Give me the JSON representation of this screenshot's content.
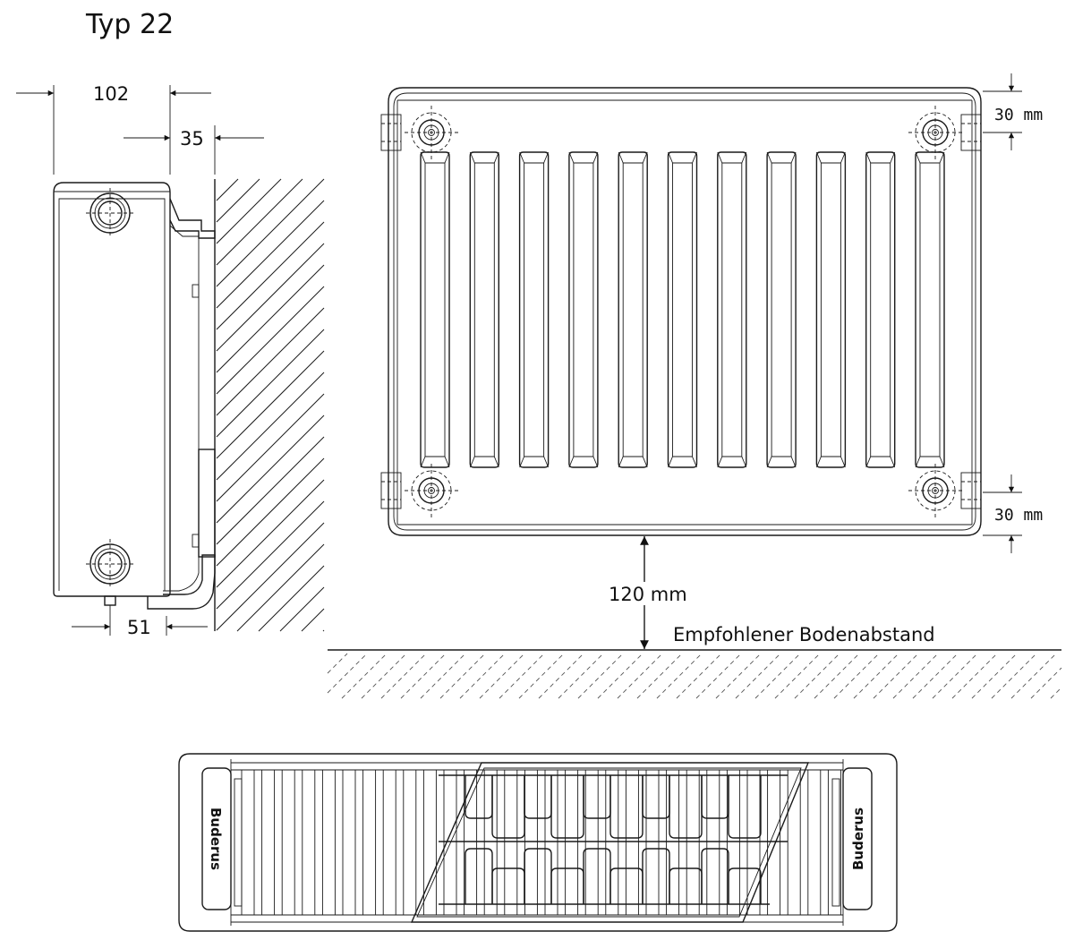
{
  "title": "Typ 22",
  "side_view": {
    "dim_total_depth": "102",
    "dim_wall_gap": "35",
    "dim_bottom_depth": "51"
  },
  "front_view": {
    "dim_top_connection": "30 mm",
    "dim_bottom_connection": "30 mm",
    "dim_floor_clearance": "120 mm",
    "floor_clearance_label": "Empfohlener Bodenabstand",
    "vertical_channel_count": 11
  },
  "top_view": {
    "brand_left": "Buderus",
    "brand_right": "Buderus"
  }
}
